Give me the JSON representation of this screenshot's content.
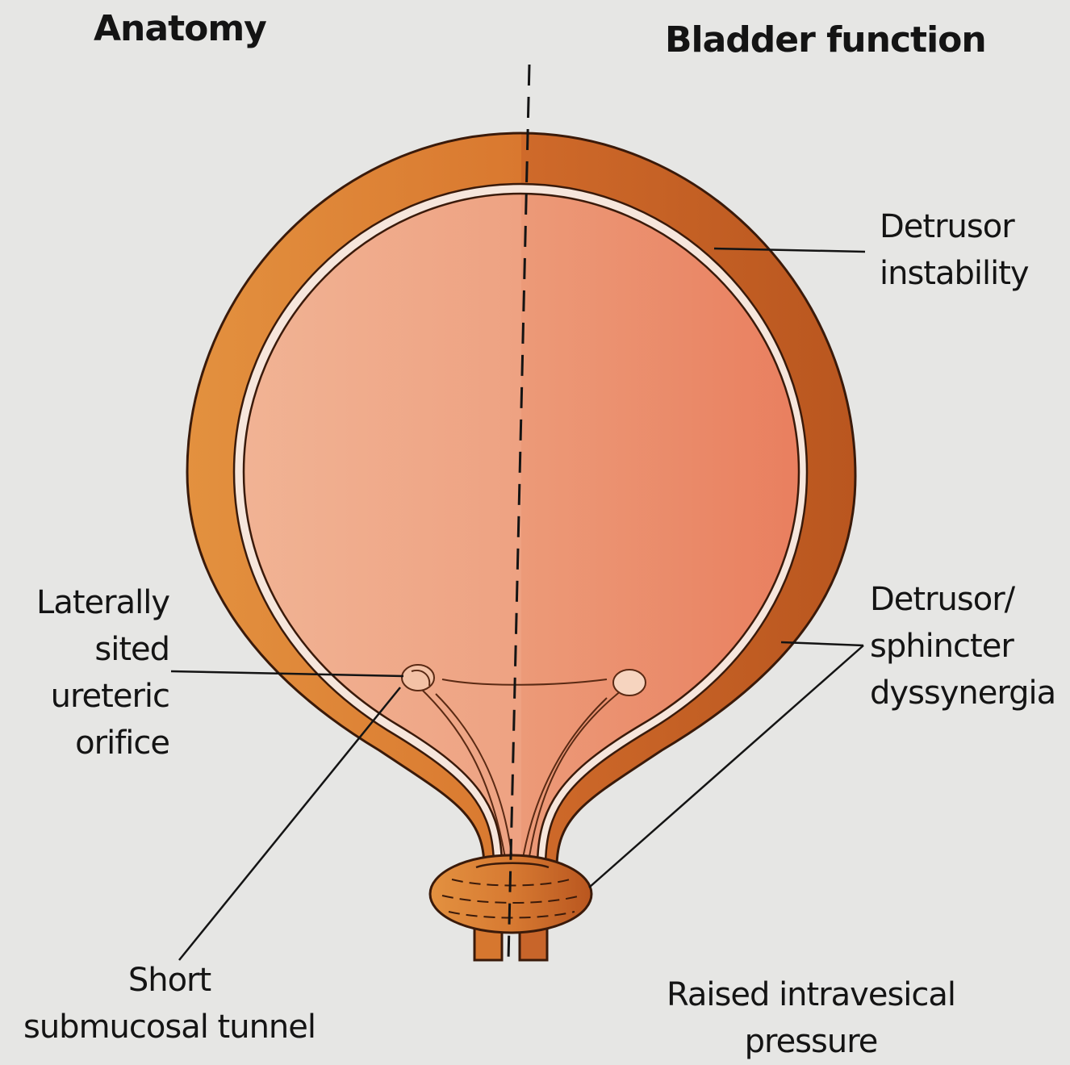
{
  "headings": {
    "left": "Anatomy",
    "right": "Bladder function"
  },
  "labels": {
    "ureteric_orifice": [
      "Laterally",
      "sited",
      "ureteric",
      "orifice"
    ],
    "submucosal_tunnel": [
      "Short",
      "submucosal tunnel"
    ],
    "detrusor_instability": [
      "Detrusor",
      "instability"
    ],
    "dyssynergia": [
      "Detrusor/",
      "sphincter",
      "dyssynergia"
    ],
    "intravesical_pressure": [
      "Raised intravesical",
      "pressure"
    ]
  },
  "colors": {
    "background": "#e6e6e4",
    "wall_left": "#e08a3a",
    "wall_right": "#c8652a",
    "lumen_left": "#f0ad8c",
    "lumen_right": "#ec8f6c",
    "outline": "#3a1a0a",
    "leader_line": "#141414"
  }
}
